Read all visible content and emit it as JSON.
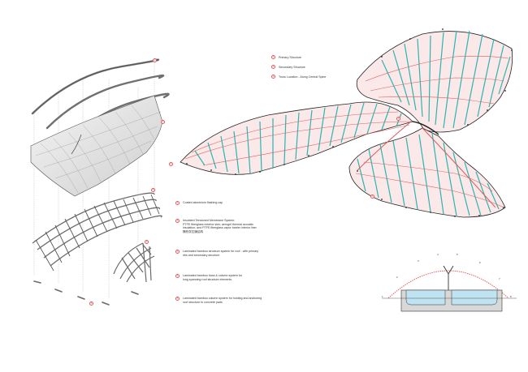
{
  "palette": {
    "primary_red": "#e05a5a",
    "secondary_teal": "#2bb5b0",
    "membrane_grey": "#d9d9d9",
    "bamboo_grey": "#6e6e6e",
    "water_blue": "#bfe3f0"
  },
  "exploded_markers": [
    "1",
    "2",
    "3",
    "4",
    "5"
  ],
  "legend_left": [
    {
      "num": "1",
      "lines": [
        "Coated aluminium flashing cap"
      ]
    },
    {
      "num": "2",
      "lines": [
        "Insulated Tensioned Membrane System:",
        "PTFE fiberglass exterior skin; aerogel thermal acoustic",
        "insulation; and PTFE fiberglass vapor barrier interior liner",
        "隔热张拉膜结构"
      ]
    },
    {
      "num": "3",
      "lines": [
        "Laminated bamboo structure system for roof - with primary",
        "ribs and secondary structure"
      ]
    },
    {
      "num": "4",
      "lines": [
        "Laminated bamboo truss & column system for",
        "long spanning roof structure elements"
      ]
    },
    {
      "num": "5",
      "lines": [
        "Laminated bamboo column system for holding and anchoring",
        "roof structure to concrete pads"
      ]
    }
  ],
  "legend_right": [
    {
      "num": "1",
      "label": "Primary Structure"
    },
    {
      "num": "2",
      "label": "Secondary Structure"
    },
    {
      "num": "3",
      "label": "Truss Location - Along Central Spine"
    }
  ],
  "plan_markers": [
    "1",
    "2",
    "3"
  ],
  "section_markers": [
    "1",
    "2",
    "3",
    "4",
    "5",
    "6",
    "7",
    "8"
  ]
}
